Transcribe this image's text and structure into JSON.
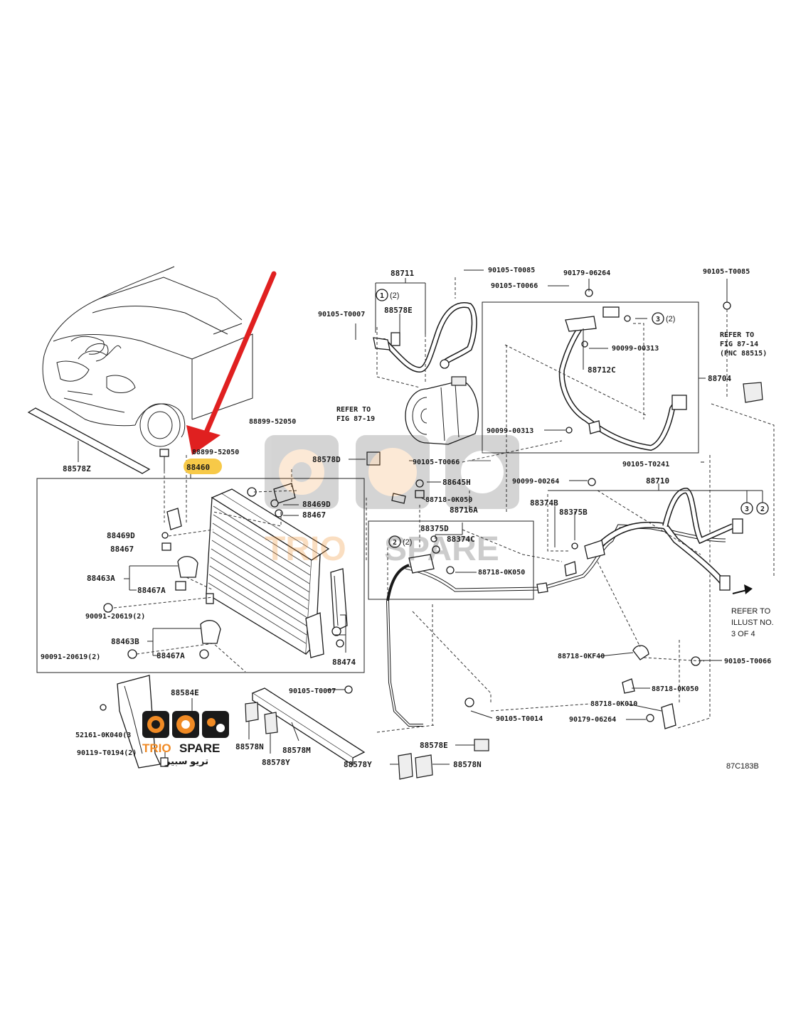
{
  "diagram": {
    "code": "87C183B",
    "highlight_label": "88460",
    "labels": {
      "p88711": "88711",
      "p90105_T0085a": "90105-T0085",
      "p90179_06264a": "90179-06264",
      "p90105_T0085b": "90105-T0085",
      "p90105_T0066a": "90105-T0066",
      "p90105_T0007a": "90105-T0007",
      "p88578E_a": "88578E",
      "p90099_00313a": "90099-00313",
      "p88712C": "88712C",
      "p88704": "88704",
      "p90099_00313b": "90099-00313",
      "p90105_T0066b": "90105-T0066",
      "p90105_T0241": "90105-T0241",
      "p88899_52050a": "88899-52050",
      "p88899_52050b": "88899-52050",
      "p88578D": "88578D",
      "p88645H": "88645H",
      "p88718_0K050a": "88718-0K050",
      "p88716A": "88716A",
      "p90099_00264": "90099-00264",
      "p88710": "88710",
      "p88374B": "88374B",
      "p88375B": "88375B",
      "p88469D_a": "88469D",
      "p88467_a": "88467",
      "p88469D_b": "88469D",
      "p88467_b": "88467",
      "p88375D": "88375D",
      "p88374C": "88374C",
      "p88718_0K050b": "88718-0K050",
      "p88463A": "88463A",
      "p88467A_a": "88467A",
      "p90091_20619a": "90091-20619(2)",
      "p88463B": "88463B",
      "p90091_20619b": "90091-20619(2)",
      "p88467A_b": "88467A",
      "p88474": "88474",
      "p88718_0KF40": "88718-0KF40",
      "p90105_T0066c": "90105-T0066",
      "p90105_T0007b": "90105-T0007",
      "p88718_0K050c": "88718-0K050",
      "p88718_0K010": "88718-0K010",
      "p90105_T0014": "90105-T0014",
      "p90179_06264b": "90179-06264",
      "p88584E": "88584E",
      "p52161_0K040": "52161-0K040(3",
      "p90119_T0194": "90119-T0194(2)",
      "p88578N_a": "88578N",
      "p88578M": "88578M",
      "p88578Y_a": "88578Y",
      "p88578E_b": "88578E",
      "p88578Y_b": "88578Y",
      "p88578N_b": "88578N",
      "p88578Z": "88578Z"
    },
    "circled": {
      "c1": "1",
      "c1q": "(2)",
      "c3": "3",
      "c3q": "(2)",
      "c2": "2",
      "c2q": "(2)",
      "c3b": "3",
      "c2b": "2"
    },
    "refer1": [
      "REFER TO",
      "FIG 87-19"
    ],
    "refer2": [
      "REFER TO",
      "FIG 87-14",
      "(PNC 88515)"
    ],
    "refer3": [
      "REFER TO",
      "ILLUST NO.",
      "3 OF 4"
    ]
  },
  "watermark": {
    "brand_primary": "TRIO",
    "brand_secondary": "SPARE",
    "brand_arabic": "تريو سبير",
    "color_primary": "#f08a24",
    "color_dark": "#1a1a1a"
  },
  "colors": {
    "arrow": "#e02020",
    "highlight": "#f7c948"
  }
}
